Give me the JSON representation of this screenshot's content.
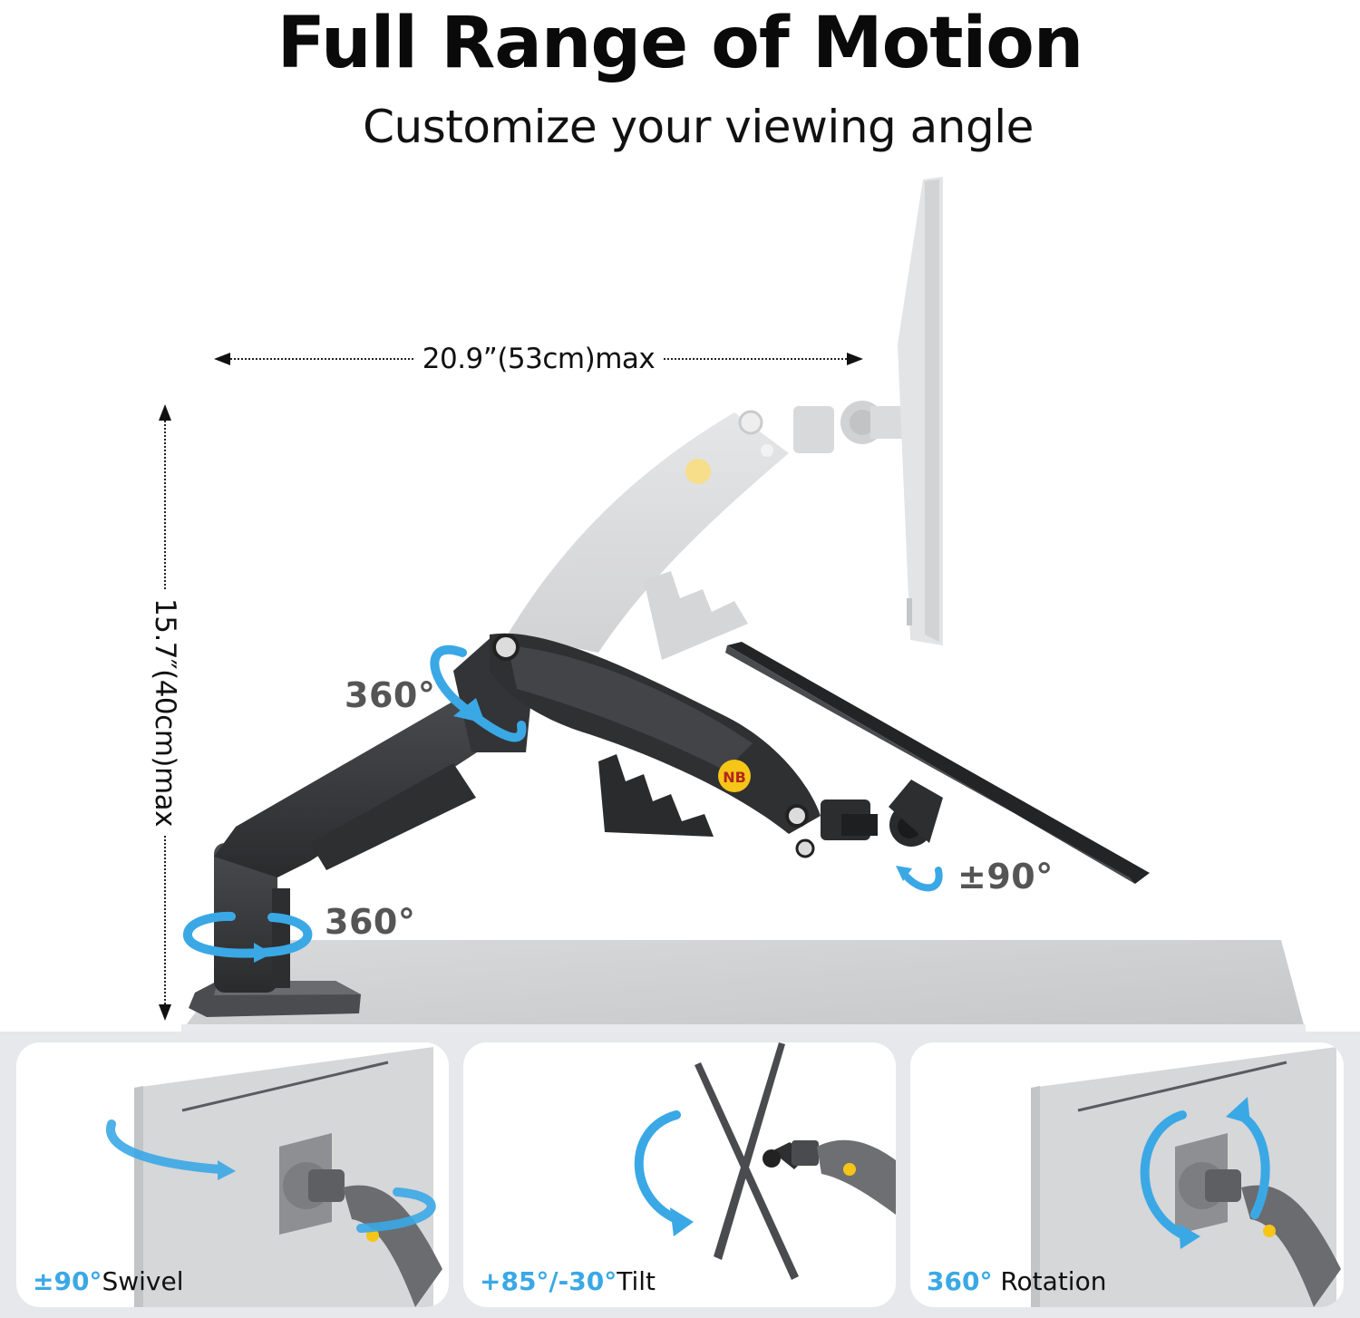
{
  "header": {
    "title": "Full Range of Motion",
    "subtitle": "Customize your viewing angle"
  },
  "dimensions": {
    "max_extension": "20.9”(53cm)max",
    "max_height": "15.7″(40cm)max"
  },
  "callouts": {
    "elbow_rotation": "360°",
    "base_rotation": "360°",
    "head_swivel": "±90°"
  },
  "brand_badge": "NB",
  "colors": {
    "accent_blue": "#3ba8e6",
    "callout_gray": "#555555",
    "arm_dark": "#3a3b3d",
    "ghost_gray": "#d9dadc",
    "desk_gray": "#cfd0d2",
    "band_bg": "#e6e8ec",
    "badge_yellow": "#f5c518"
  },
  "panels": [
    {
      "value": "±90°",
      "label": "Swivel",
      "icon": "swivel-arrow-icon"
    },
    {
      "value": "+85°/-30°",
      "label": "Tilt",
      "icon": "tilt-arrow-icon"
    },
    {
      "value": "360°",
      "label": " Rotation",
      "icon": "rotation-arrow-icon"
    }
  ]
}
